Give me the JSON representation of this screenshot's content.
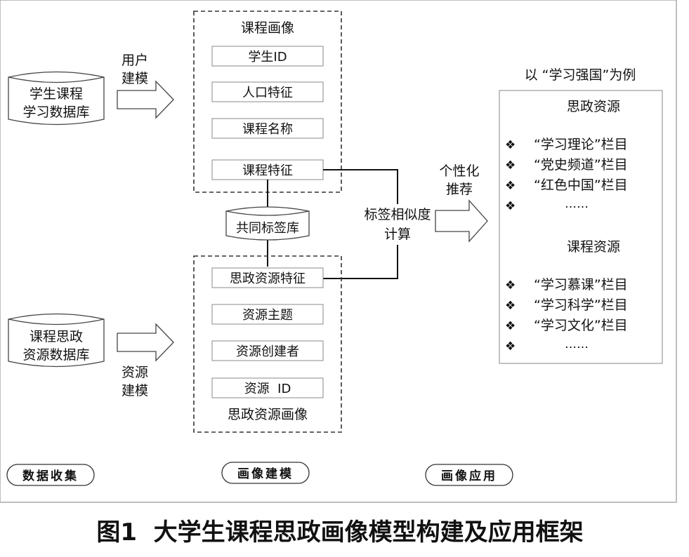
{
  "collection": {
    "student_db": [
      "学生课程",
      "学习数据库"
    ],
    "resource_db": [
      "课程思政",
      "资源数据库"
    ],
    "user_modeling": [
      "用户",
      "建模"
    ],
    "resource_modeling": [
      "资源",
      "建模"
    ]
  },
  "course_profile": {
    "title": "课程画像",
    "fields": [
      "学生ID",
      "人口特征",
      "课程名称",
      "课程特征"
    ]
  },
  "tag_library": "共同标签库",
  "resource_profile": {
    "title": "思政资源画像",
    "fields": [
      "思政资源特征",
      "资源主题",
      "资源创建者",
      "资源  ID"
    ]
  },
  "similarity": [
    "标签相似度",
    "计算"
  ],
  "recommend": [
    "个性化",
    "推荐"
  ],
  "application": {
    "example": "以 “学习强国”为例",
    "ideology_title": "思政资源",
    "ideology_items": [
      "“学习理论”栏目",
      "“党史频道”栏目",
      "“红色中国”栏目",
      "……"
    ],
    "course_title": "课程资源",
    "course_items": [
      "“学习慕课”栏目",
      "“学习科学”栏目",
      "“学习文化”栏目",
      "……"
    ],
    "bullet": "❖"
  },
  "stages": [
    "数据收集",
    "画像建模",
    "画像应用"
  ],
  "caption": "图1  大学生课程思政画像模型构建及应用框架"
}
